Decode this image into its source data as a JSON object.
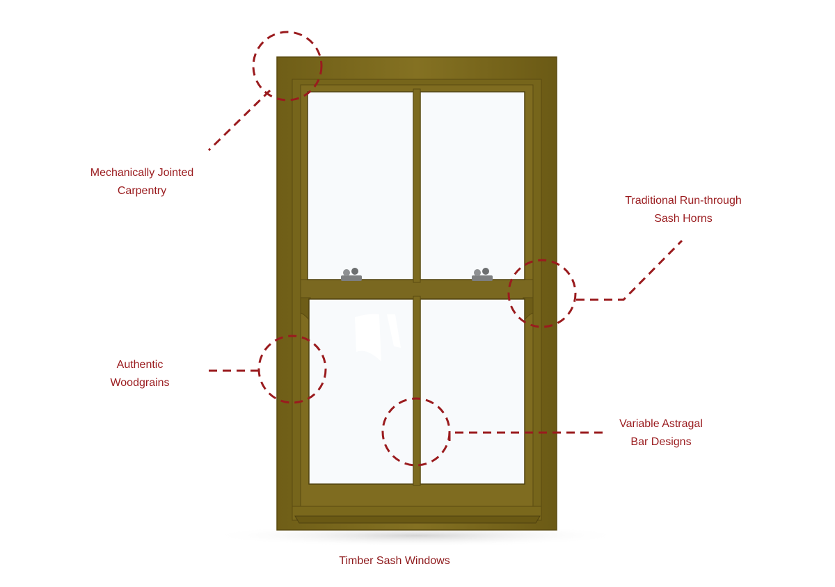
{
  "colors": {
    "accent": "#9a1b1e",
    "frame": "#7d6a1e",
    "frame_dark": "#5c4d12",
    "glass": "#f7f9fb"
  },
  "callouts": [
    {
      "line1": "Mechanically Jointed",
      "line2": "Carpentry"
    },
    {
      "line1": "Traditional Run-through",
      "line2": "Sash Horns"
    },
    {
      "line1": "Authentic",
      "line2": "Woodgrains"
    },
    {
      "line1": "Variable Astragal",
      "line2": "Bar Designs"
    }
  ],
  "caption": "Timber Sash Windows"
}
